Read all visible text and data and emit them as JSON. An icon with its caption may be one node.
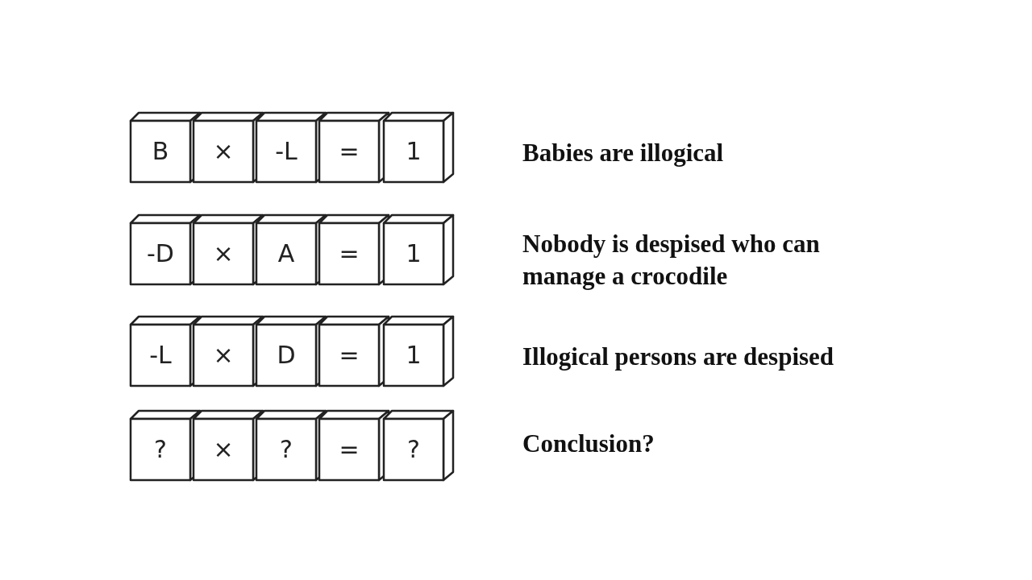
{
  "diagram": {
    "nodes": [
      {
        "text": [
          "B"
        ]
      },
      {
        "text": [
          "×"
        ]
      },
      {
        "text": [
          "-L"
        ]
      },
      {
        "text": [
          "="
        ]
      },
      {
        "text": [
          "1"
        ]
      },
      {
        "text": [
          "-D"
        ]
      },
      {
        "text": [
          "×"
        ]
      },
      {
        "text": [
          "A"
        ]
      },
      {
        "text": [
          "="
        ]
      },
      {
        "text": [
          "1"
        ]
      },
      {
        "text": [
          "-L"
        ]
      },
      {
        "text": [
          "×"
        ]
      },
      {
        "text": [
          "D"
        ]
      },
      {
        "text": [
          "="
        ]
      },
      {
        "text": [
          "1"
        ]
      },
      {
        "text": [
          "?"
        ]
      },
      {
        "text": [
          "×"
        ]
      },
      {
        "text": [
          "?"
        ]
      },
      {
        "text": [
          "="
        ]
      },
      {
        "text": [
          "?"
        ]
      }
    ],
    "labels": [
      "Babies are illogical",
      "Nobody is despised who can manage a crocodile",
      "Illogical persons are despised",
      "Conclusion?"
    ]
  }
}
